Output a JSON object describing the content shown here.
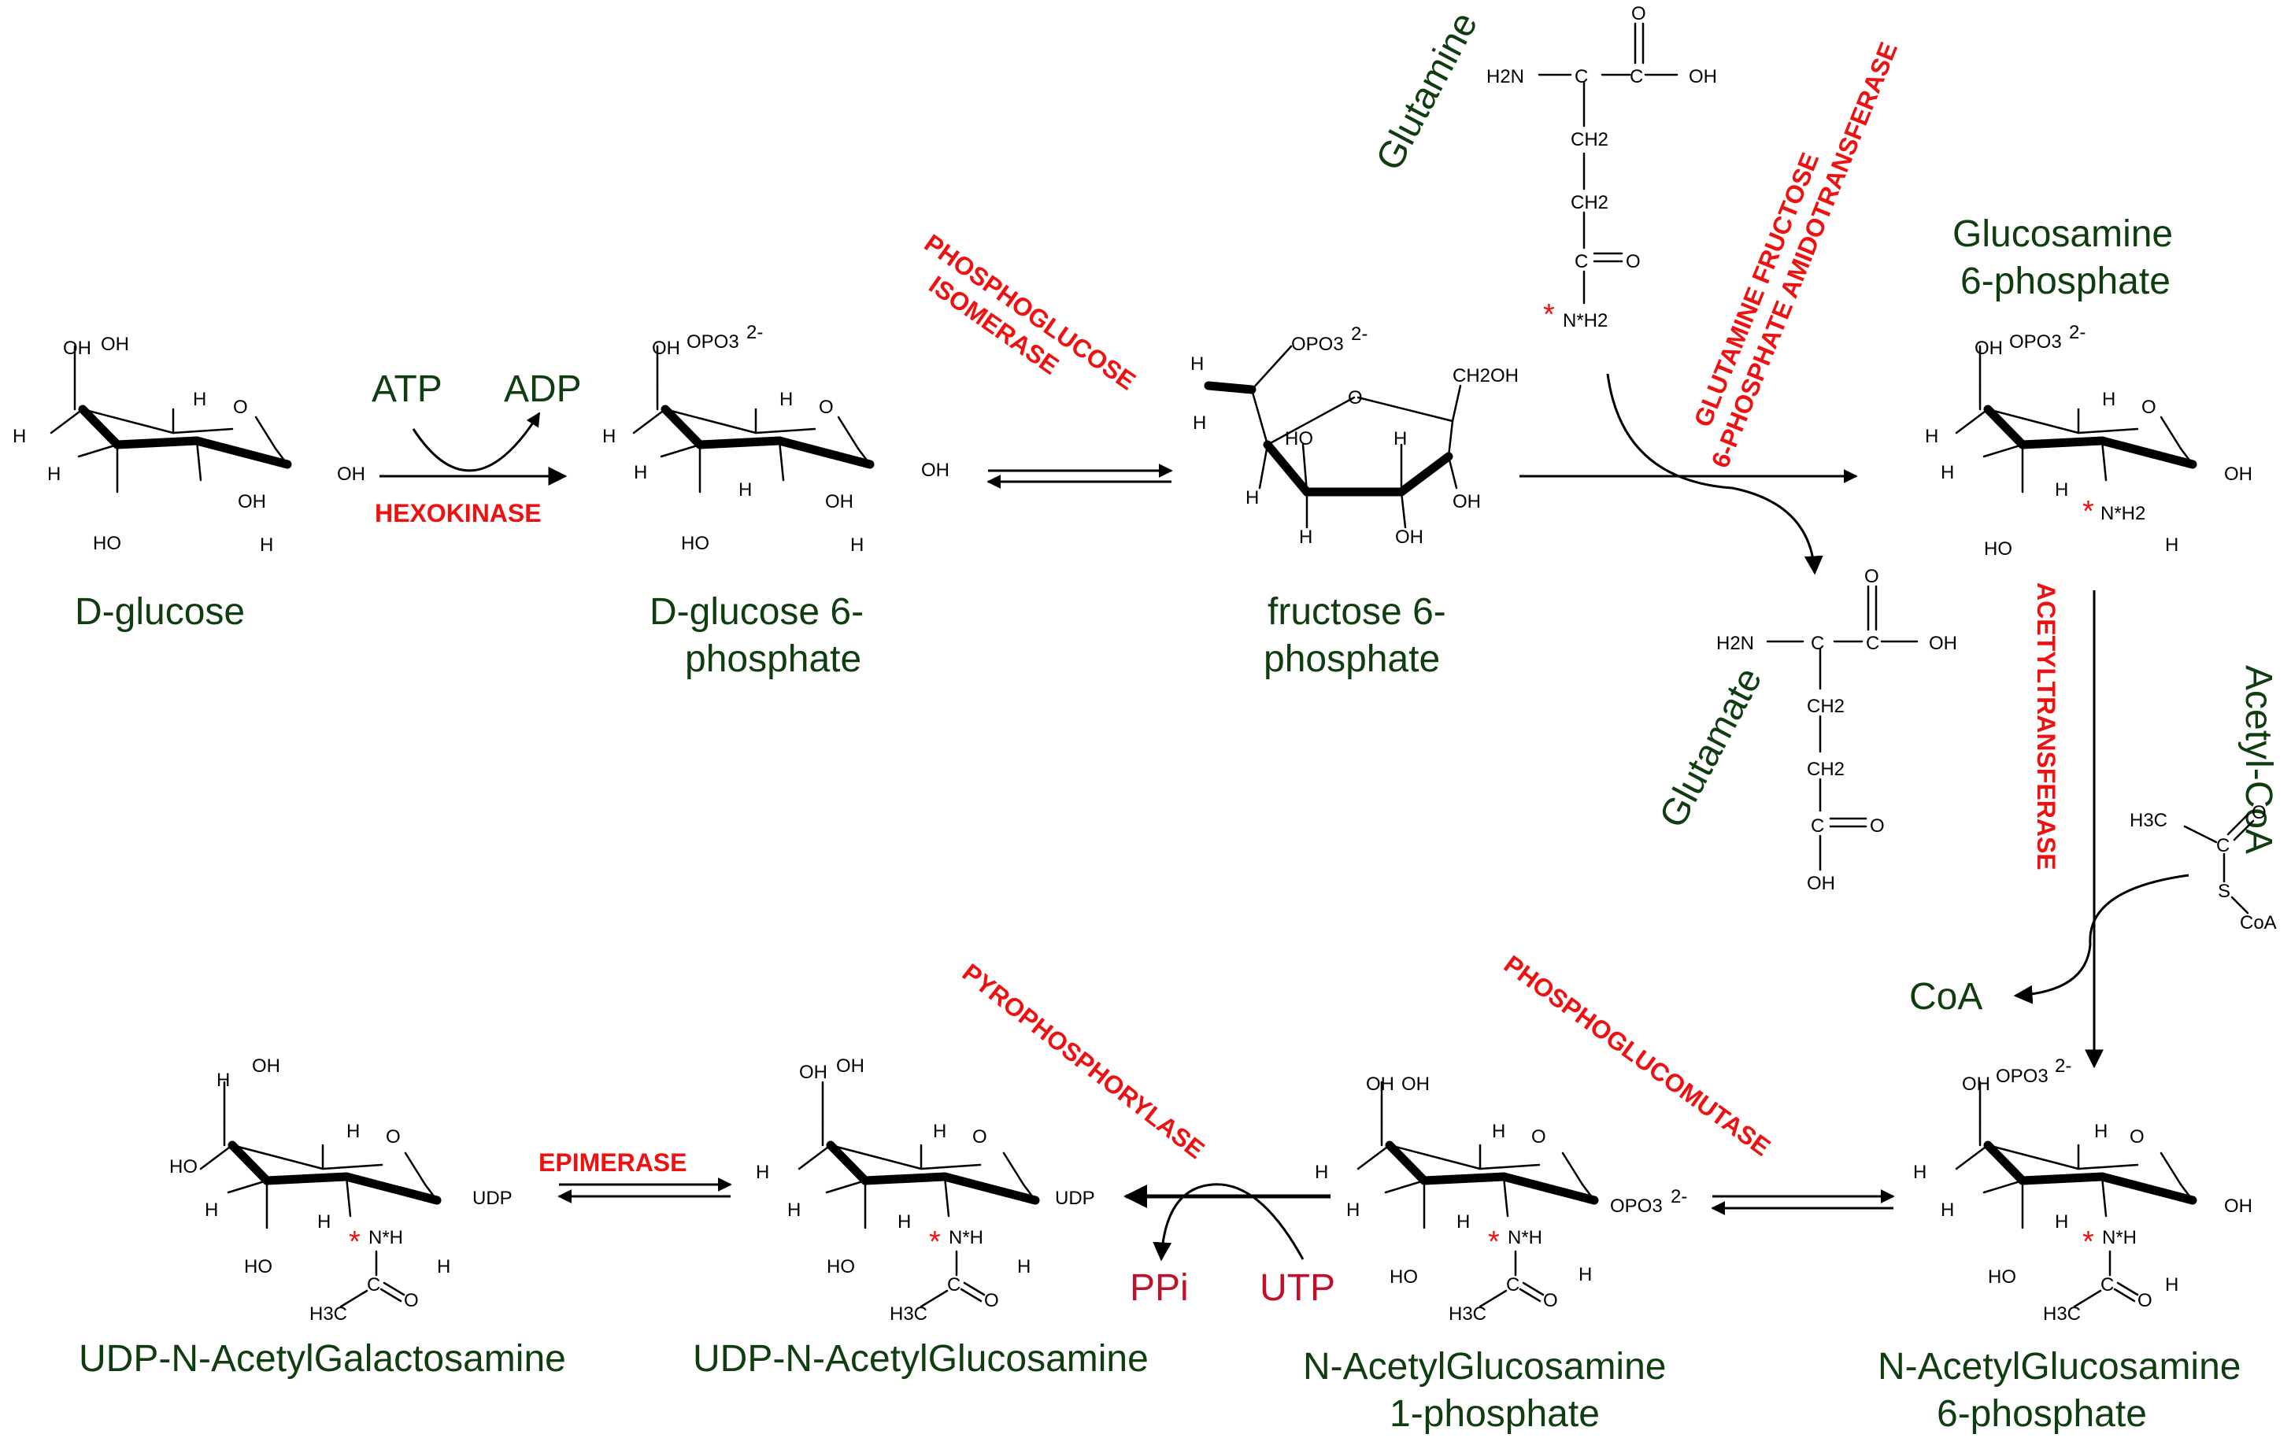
{
  "metabolites": {
    "d_glucose": "D-glucose",
    "glucose6p_1": "D-glucose 6-",
    "glucose6p_2": "phosphate",
    "fructose6p_1": "fructose 6-",
    "fructose6p_2": "phosphate",
    "glucosamine6p_1": "Glucosamine",
    "glucosamine6p_2": "6-phosphate",
    "glcnac6p_1": "N-AcetylGlucosamine",
    "glcnac6p_2": "6-phosphate",
    "glcnac1p_1": "N-AcetylGlucosamine",
    "glcnac1p_2": "1-phosphate",
    "udp_glcnac": "UDP-N-AcetylGlucosamine",
    "udp_galnac": "UDP-N-AcetylGalactosamine",
    "glutamine": "Glutamine",
    "glutamate": "Glutamate"
  },
  "enzymes": {
    "hexokinase": "HEXOKINASE",
    "pgi_1": "PHOSPHOGLUCOSE",
    "pgi_2": "ISOMERASE",
    "gfat_1": "GLUTAMINE FRUCTOSE",
    "gfat_2": "6-PHOSPHATE AMIDOTRANSFERASE",
    "acetyltransferase": "ACETYLTRANSFERASE",
    "phosphoglucomutase": "PHOSPHOGLUCOMUTASE",
    "pyrophosphorylase": "PYROPHOSPHORYLASE",
    "epimerase": "EPIMERASE"
  },
  "cofactors": {
    "atp": "ATP",
    "adp": "ADP",
    "acetyl_coa": "Acetyl-CoA",
    "coa": "CoA",
    "ppi": "PPi",
    "utp": "UTP"
  },
  "atoms": {
    "OH": "OH",
    "HO": "HO",
    "H": "H",
    "O": "O",
    "OPO3": "OPO3",
    "charge": "2-",
    "H2N": "H2N",
    "CH2": "CH2",
    "CH2OH": "CH2OH",
    "C": "C",
    "NH2_star": "N*H2",
    "NH_star": "N*H",
    "H3C": "H3C",
    "S": "S",
    "CoA": "CoA",
    "UDP": "UDP",
    "star": "*"
  },
  "colors": {
    "metabolite": "#0f3d10",
    "enzyme": "#ee1111",
    "cofactor_red": "#c0102a",
    "structure": "#000000"
  }
}
